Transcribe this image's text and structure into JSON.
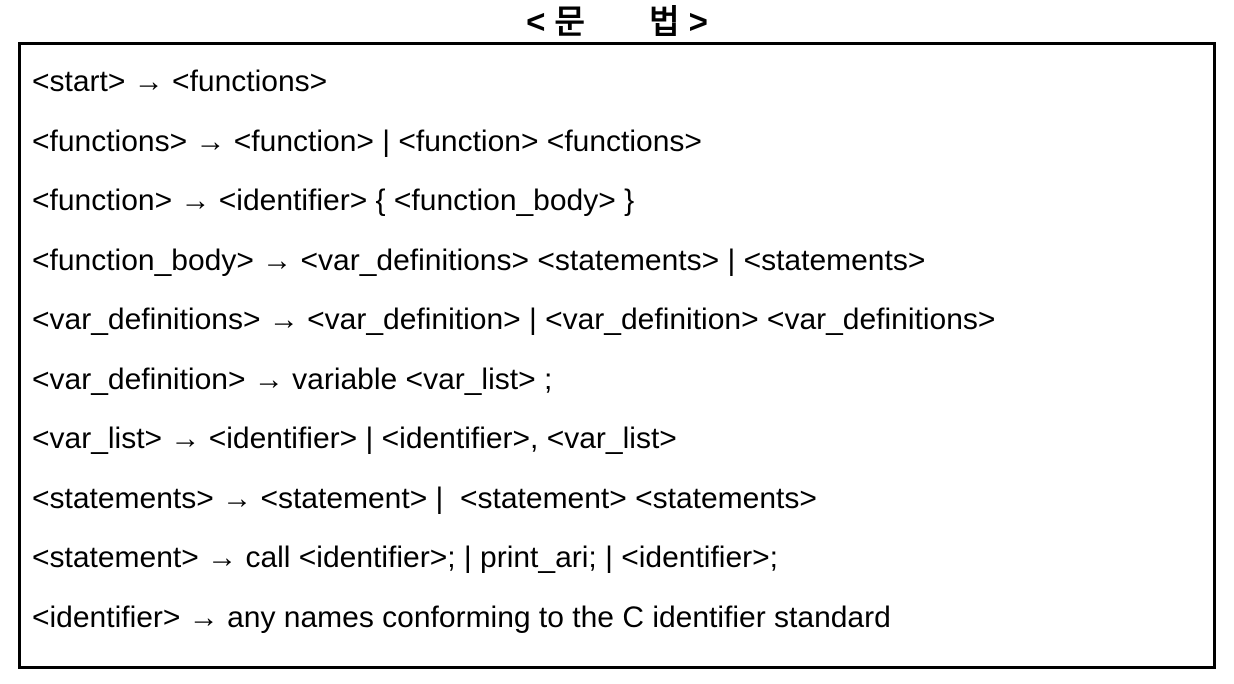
{
  "title": {
    "text": "< 문       법 >"
  },
  "grammar": {
    "rules": [
      {
        "text": "<start> → <functions>"
      },
      {
        "text": "<functions> → <function> | <function> <functions>"
      },
      {
        "text": "<function> → <identifier> { <function_body> }"
      },
      {
        "text": "<function_body> → <var_definitions> <statements> | <statements>"
      },
      {
        "text": "<var_definitions> → <var_definition> | <var_definition> <var_definitions>"
      },
      {
        "text": "<var_definition> → variable <var_list> ;"
      },
      {
        "text": "<var_list> → <identifier> | <identifier>, <var_list>"
      },
      {
        "text": "<statements> → <statement> |  <statement> <statements>"
      },
      {
        "text": "<statement> → call <identifier>; | print_ari; | <identifier>;"
      },
      {
        "text": "<identifier> → any names conforming to the C identifier standard"
      }
    ]
  },
  "colors": {
    "text": "#000000",
    "background": "#ffffff",
    "border": "#000000"
  }
}
